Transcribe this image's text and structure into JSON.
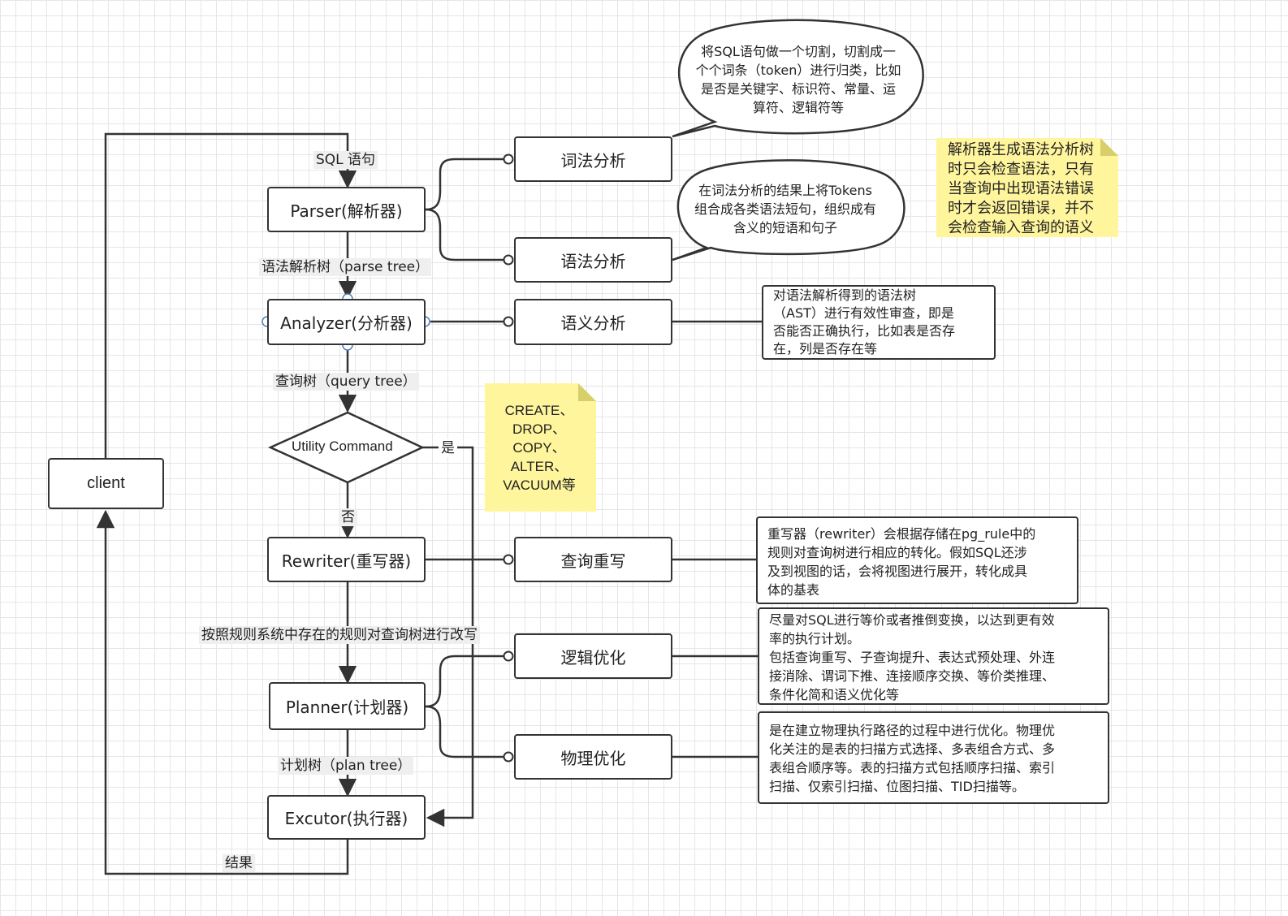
{
  "nodes": {
    "client": "client",
    "parser": "Parser(解析器)",
    "analyzer": "Analyzer(分析器)",
    "utility": "Utility Command",
    "rewriter": "Rewriter(重写器)",
    "planner": "Planner(计划器)",
    "executor": "Excutor(执行器)",
    "lexical": "词法分析",
    "syntax": "语法分析",
    "semantic": "语义分析",
    "query_rewrite": "查询重写",
    "logical_opt": "逻辑优化",
    "physical_opt": "物理优化"
  },
  "edge_labels": {
    "sql": "SQL 语句",
    "parse_tree": "语法解析树（parse tree）",
    "query_tree": "查询树（query tree）",
    "yes": "是",
    "no": "否",
    "rewrite_rule": "按照规则系统中存在的规则对查询树进行改写",
    "plan_tree": "计划树（plan tree）",
    "result": "结果"
  },
  "bubbles": {
    "lexical": [
      "将SQL语句做一个切割，切割成一",
      "个个词条（token）进行归类，比如",
      "是否是关键字、标识符、常量、运",
      "算符、逻辑符等"
    ],
    "syntax": [
      "在词法分析的结果上将Tokens",
      "组合成各类语法短句，组织成有",
      "含义的短语和句子"
    ]
  },
  "notes": {
    "semantic": [
      "对语法解析得到的语法树",
      "（AST）进行有效性审查，即是",
      "否能否正确执行，比如表是否存",
      "在，列是否存在等"
    ],
    "rewrite": [
      "重写器（rewriter）会根据存储在pg_rule中的",
      "规则对查询树进行相应的转化。假如SQL还涉",
      "及到视图的话，会将视图进行展开，转化成具",
      "体的基表"
    ],
    "logical": [
      "尽量对SQL进行等价或者推倒变换，以达到更有效",
      "率的执行计划。",
      "包括查询重写、子查询提升、表达式预处理、外连",
      "接消除、谓词下推、连接顺序交换、等价类推理、",
      "条件化简和语义优化等"
    ],
    "physical": [
      "是在建立物理执行路径的过程中进行优化。物理优",
      "化关注的是表的扫描方式选择、多表组合方式、多",
      "表组合顺序等。表的扫描方式包括顺序扫描、索引",
      "扫描、仅索引扫描、位图扫描、TID扫描等。"
    ]
  },
  "stickies": {
    "utility": [
      "CREATE、",
      "DROP、",
      "COPY、",
      "ALTER、",
      "VACUUM等"
    ],
    "parser": [
      "解析器生成语法分析树",
      "时只会检查语法，只有",
      "当查询中出现语法错误",
      "时才会返回错误，并不",
      "会检查输入查询的语义"
    ]
  },
  "colors": {
    "line": "#333333",
    "sticky": "#fff59d",
    "connector": "#4a7ebb",
    "grid": "#e6e6e6"
  }
}
